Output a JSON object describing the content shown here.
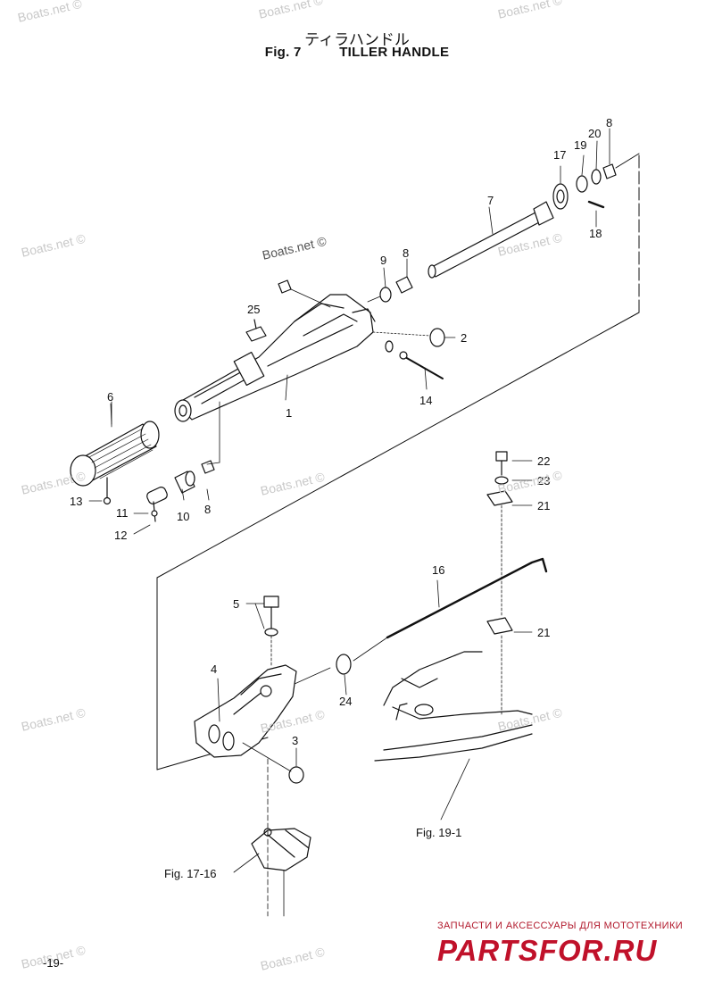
{
  "header": {
    "title_jp": "ティラハンドル",
    "fig_number": "Fig. 7",
    "title_en": "TILLER HANDLE"
  },
  "part_labels": {
    "p1": "1",
    "p2": "2",
    "p3": "3",
    "p4": "4",
    "p5": "5",
    "p6": "6",
    "p7": "7",
    "p8a": "8",
    "p8b": "8",
    "p8c": "8",
    "p9": "9",
    "p10": "10",
    "p11": "11",
    "p12": "12",
    "p13": "13",
    "p14": "14",
    "p16": "16",
    "p17": "17",
    "p18": "18",
    "p19": "19",
    "p20": "20",
    "p21a": "21",
    "p21b": "21",
    "p22": "22",
    "p23": "23",
    "p24": "24",
    "p25": "25"
  },
  "references": {
    "fig19": "Fig. 19-1",
    "fig17": "Fig. 17-16"
  },
  "watermark": "Boats.net ©",
  "footer": {
    "page_number": "-19-",
    "brand_tagline": "ЗАПЧАСТИ И АКСЕССУАРЫ ДЛЯ МОТОТЕХНИКИ",
    "brand_logo": "PARTSFOR.RU"
  },
  "colors": {
    "line": "#111111",
    "watermark": "#c9c9c9",
    "brand": "#c0112a"
  }
}
